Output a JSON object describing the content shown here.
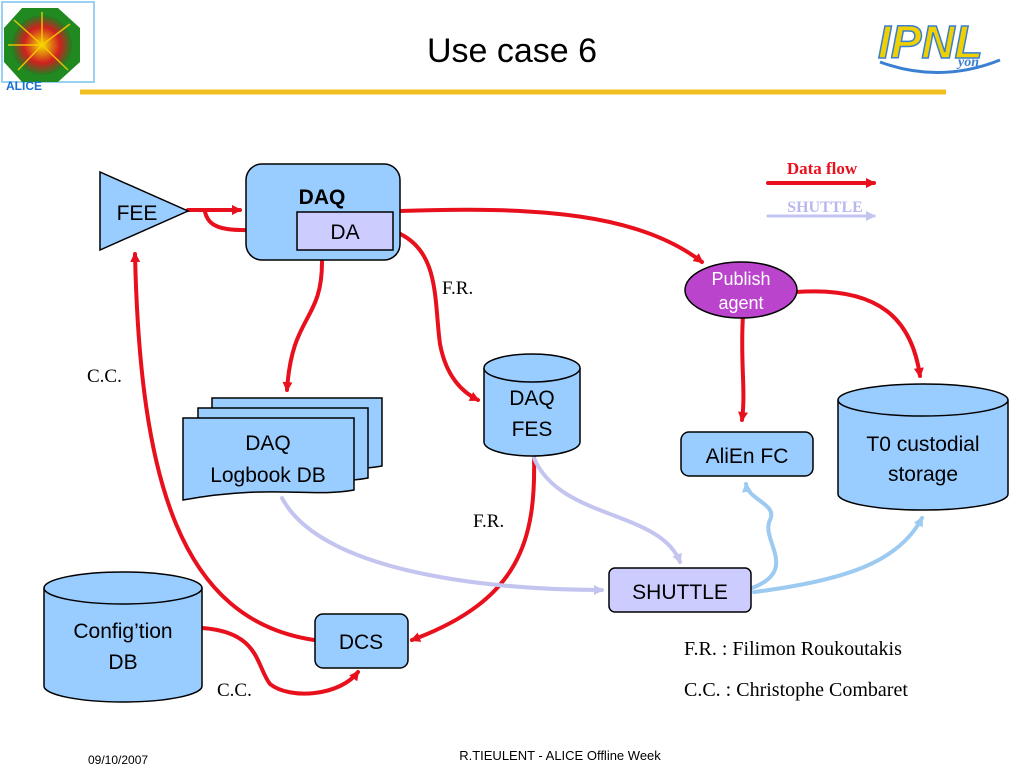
{
  "slide": {
    "title": "Use case 6",
    "footer_date": "09/10/2007",
    "footer_text": "R.TIEULENT - ALICE Offline Week"
  },
  "logos": {
    "left_text": "ALICE",
    "right_text": "IPNL",
    "right_subtext": "yon"
  },
  "legend": {
    "data_flow": "Data flow",
    "shuttle": "SHUTTLE",
    "data_flow_color": "#e8101c",
    "shuttle_color": "#b8b8f0"
  },
  "nodes": {
    "fee": "FEE",
    "daq": "DAQ",
    "da": "DA",
    "publish_agent_line1": "Publish",
    "publish_agent_line2": "agent",
    "daq_fes_line1": "DAQ",
    "daq_fes_line2": "FES",
    "logbook_line1": "DAQ",
    "logbook_line2": "Logbook DB",
    "alien_fc": "AliEn FC",
    "t0_line1": "T0 custodial",
    "t0_line2": "storage",
    "shuttle": "SHUTTLE",
    "config_line1": "Config’tion",
    "config_line2": "DB",
    "dcs": "DCS"
  },
  "edge_labels": {
    "fr_top": "F.R.",
    "fr_bottom": "F.R.",
    "cc_left": "C.C.",
    "cc_bottom": "C.C."
  },
  "notes": {
    "fr": "F.R. : Filimon Roukoutakis",
    "cc": "C.C. : Christophe Combaret"
  },
  "colors": {
    "node_fill": "#99ccff",
    "publish_fill": "#bb44cc",
    "shuttle_fill": "#ccccff",
    "title_rule": "#f0c020"
  }
}
